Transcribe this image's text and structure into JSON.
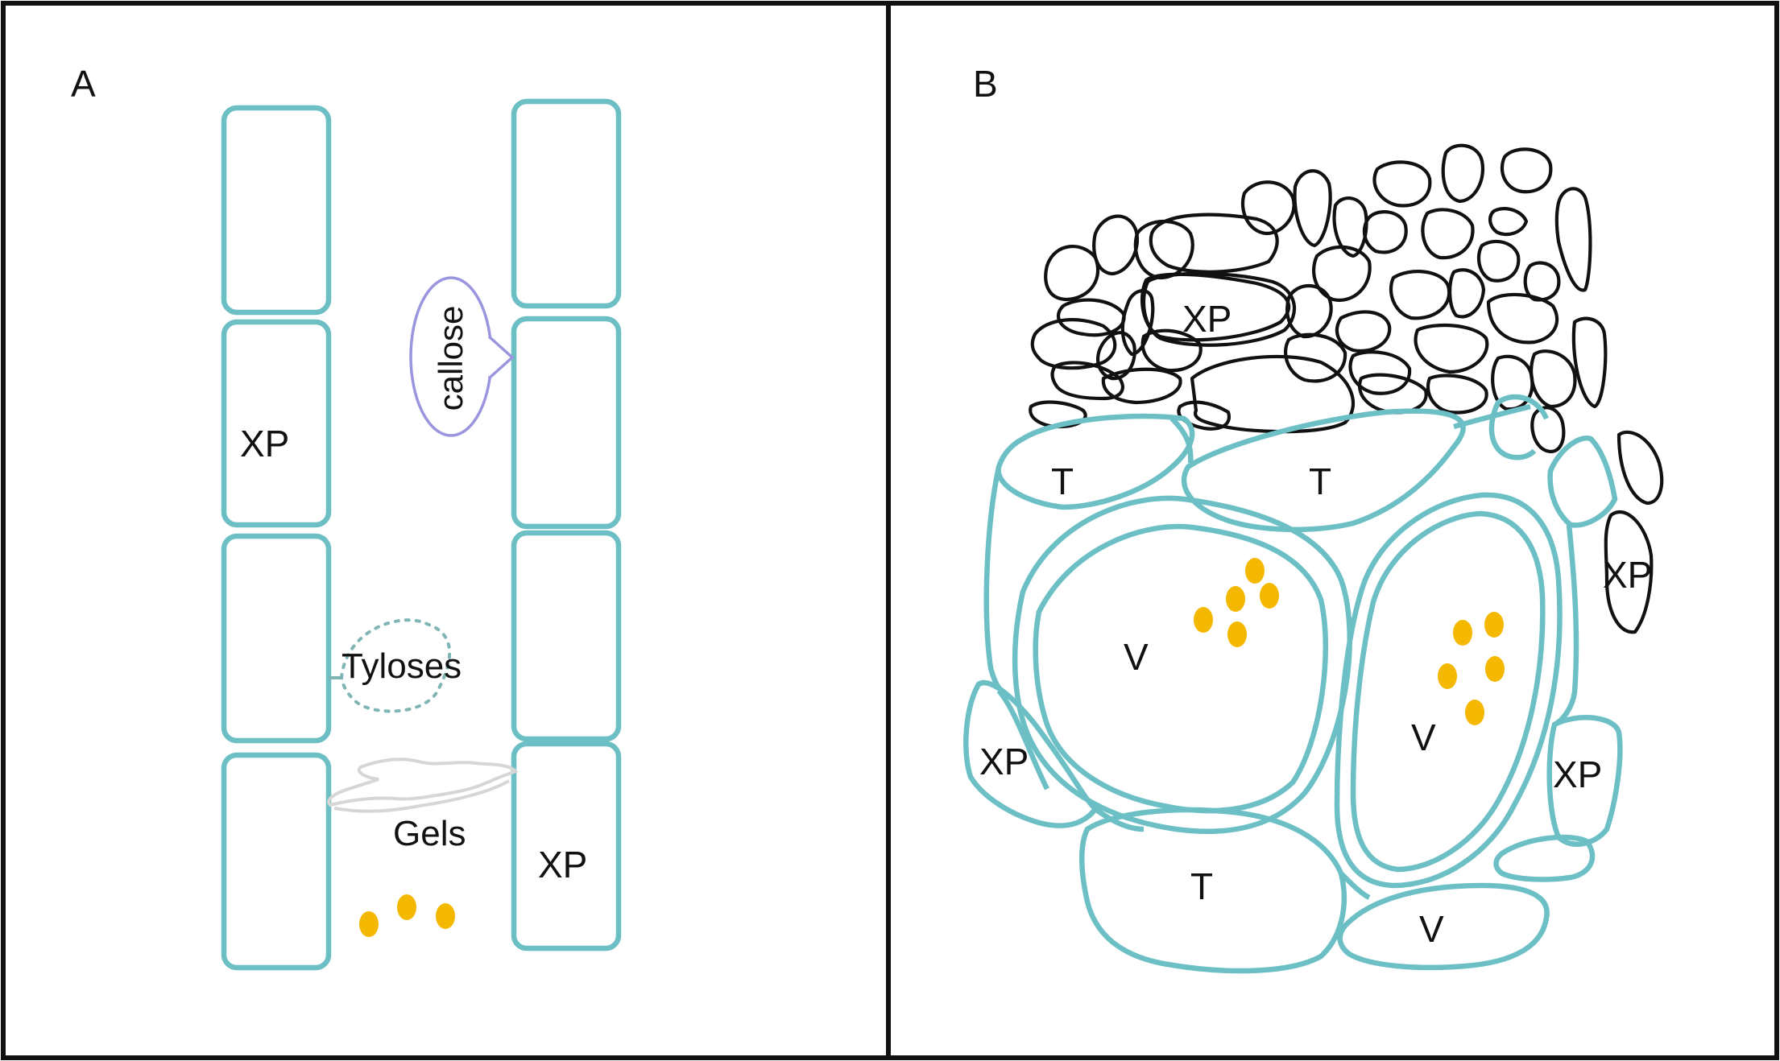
{
  "colors": {
    "cell_wall": "#6cc0c5",
    "xylem_parenchyma_black": "#111111",
    "pathogen_dots": "#f5b800",
    "callose_outline": "#9b95e0",
    "gels_outline": "#d6d6d6",
    "frame": "#111111"
  },
  "panel_a": {
    "label": "A",
    "xp_left": "XP",
    "xp_right": "XP",
    "callose": "callose",
    "tyloses": "Tyloses",
    "gels": "Gels"
  },
  "panel_b": {
    "label": "B",
    "xp_top": "XP",
    "xp_right_upper": "XP",
    "xp_left": "XP",
    "xp_right_lower": "XP",
    "t_left": "T",
    "t_mid": "T",
    "t_bottom": "T",
    "v_left": "V",
    "v_right": "V",
    "v_bottom": "V"
  }
}
